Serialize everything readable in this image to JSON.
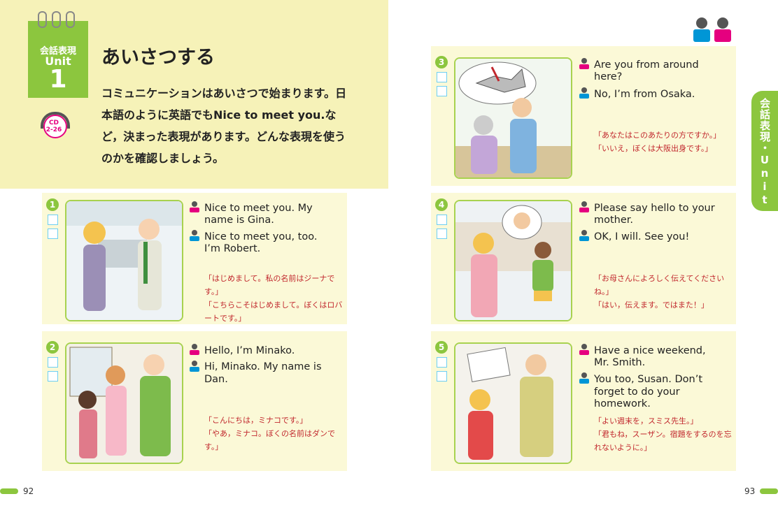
{
  "header": {
    "unit_label_top": "会話表現",
    "unit_label_mid": "Unit",
    "unit_number": "1",
    "title": "あいさつする",
    "intro": "コミュニケーションはあいさつで始まります。日本語のように英語でもNice to meet you.など，決まった表現があります。どんな表現を使うのかを確認しましょう。",
    "cd_label_1": "CD",
    "cd_label_2": "2-26"
  },
  "side_tab": {
    "label": "会話表現・Unit 1"
  },
  "pages": {
    "left": "92",
    "right": "93"
  },
  "colors": {
    "accent_green": "#8cc63e",
    "panel_bg": "#fbf9d7",
    "speaker_a": "#e5007f",
    "speaker_b": "#0096d6",
    "japanese_text": "#c1272d"
  },
  "dialogues": [
    {
      "number": "1",
      "line_a": [
        "Nice to meet you.  My",
        "name is Gina."
      ],
      "line_b": [
        "Nice to meet you, too.",
        "I’m Robert."
      ],
      "jp": [
        "「はじめまして。私の名前はジーナで",
        "す。」",
        "「こちらこそはじめまして。ぼくはロバ",
        "ートです。」"
      ]
    },
    {
      "number": "2",
      "line_a": [
        "Hello, I’m Minako."
      ],
      "line_b": [
        "Hi, Minako.  My name is",
        "Dan."
      ],
      "jp": [
        "「こんにちは，ミナコです。」",
        "「やあ，ミナコ。ぼくの名前はダンで",
        "す。」"
      ]
    },
    {
      "number": "3",
      "line_a": [
        "Are you from around",
        "here?"
      ],
      "line_b": [
        "No, I’m from Osaka."
      ],
      "jp": [
        "「あなたはこのあたりの方ですか。」",
        "「いいえ，ぼくは大阪出身です。」"
      ]
    },
    {
      "number": "4",
      "line_a": [
        "Please say hello to your",
        "mother."
      ],
      "line_b": [
        "OK, I will.  See you!"
      ],
      "jp": [
        "「お母さんによろしく伝えてください",
        "ね。」",
        "「はい，伝えます。ではまた！」"
      ]
    },
    {
      "number": "5",
      "line_a": [
        "Have a nice weekend,",
        "Mr. Smith."
      ],
      "line_b": [
        "You too, Susan.  Don’t",
        "forget to do your",
        "homework."
      ],
      "jp": [
        "「よい週末を，スミス先生。」",
        "「君もね，スーザン。宿題をするのを忘",
        "れないように。」"
      ]
    }
  ]
}
